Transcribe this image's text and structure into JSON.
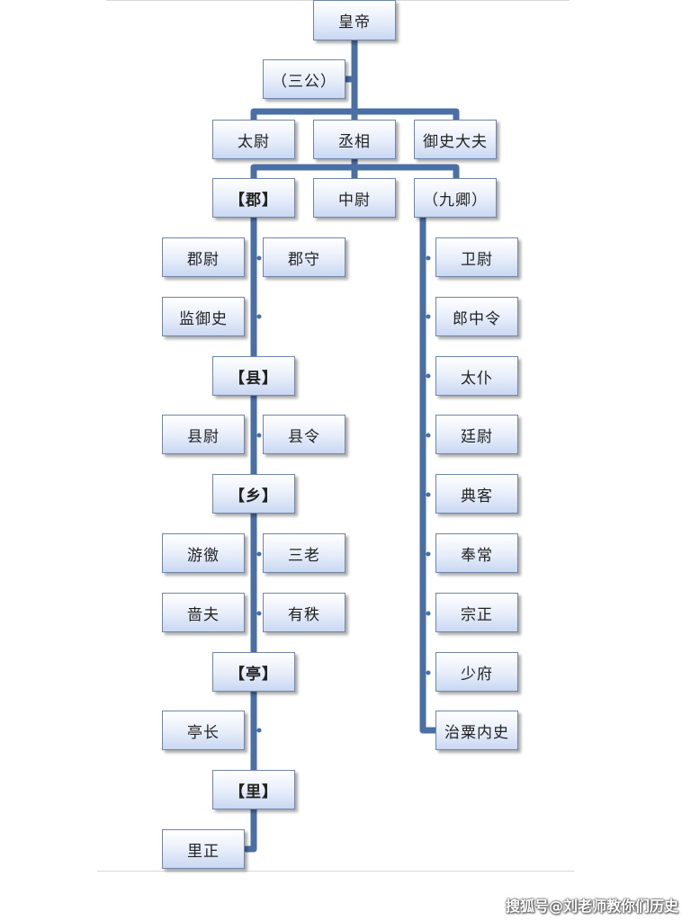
{
  "org_chart": {
    "emperor": "皇帝",
    "three_dukes": "（三公）",
    "taiwei": "太尉",
    "chengxiang": "丞相",
    "yushidafu": "御史大夫",
    "commandery": "【郡】",
    "zhongwei": "中尉",
    "nine_ministers": "（九卿）",
    "junwei": "郡尉",
    "junshou": "郡守",
    "jianyushi": "监御史",
    "county": "【县】",
    "xianwei": "县尉",
    "xianling": "县令",
    "township": "【乡】",
    "youjiao": "游徼",
    "sanlao": "三老",
    "sefu": "啬夫",
    "youzhi": "有秩",
    "pavilion": "【亭】",
    "tingzhang": "亭长",
    "village": "【里】",
    "lizheng": "里正",
    "ministers": [
      "卫尉",
      "郎中令",
      "太仆",
      "廷尉",
      "典客",
      "奉常",
      "宗正",
      "少府",
      "治粟内史"
    ]
  },
  "watermark": "搜狐号@刘老师教你们历史",
  "colors": {
    "connector": "#4a6fa5",
    "box_border": "#6f86a8",
    "box_fill_bottom": "#c9d7f2"
  }
}
